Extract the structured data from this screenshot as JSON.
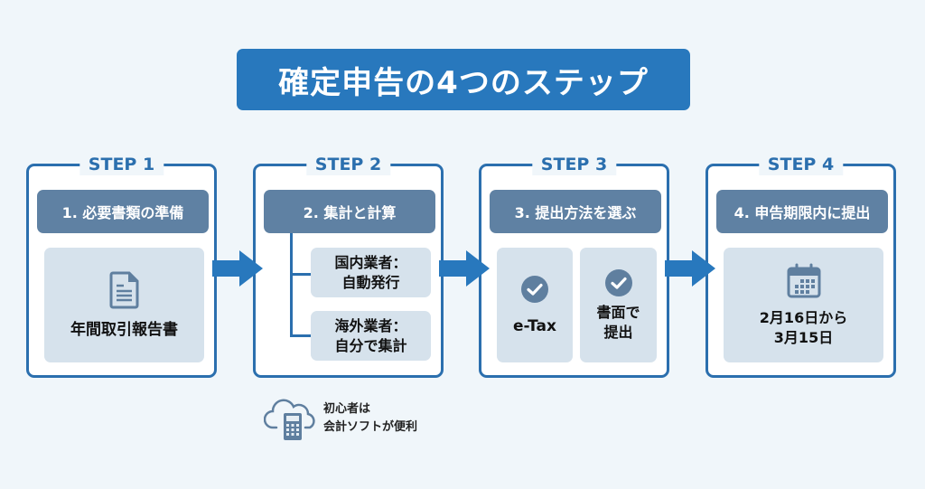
{
  "title": "確定申告の4つのステップ",
  "steps": [
    {
      "label": "STEP 1",
      "heading": "1. 必要書類の準備",
      "icon": "document-icon",
      "content": "年間取引報告書"
    },
    {
      "label": "STEP 2",
      "heading": "2. 集計と計算",
      "items": [
        {
          "line1": "国内業者：",
          "line2": "自動発行"
        },
        {
          "line1": "海外業者：",
          "line2": "自分で集計"
        }
      ]
    },
    {
      "label": "STEP 3",
      "heading": "3. 提出方法を選ぶ",
      "options": [
        {
          "icon": "check-circle-icon",
          "line1": "e-Tax",
          "line2": ""
        },
        {
          "icon": "check-circle-icon",
          "line1": "書面で",
          "line2": "提出"
        }
      ]
    },
    {
      "label": "STEP 4",
      "heading": "4. 申告期限内に提出",
      "icon": "calendar-icon",
      "line1": "2月16日から",
      "line2": "3月15日"
    }
  ],
  "footnote": {
    "icon": "cloud-calculator-icon",
    "line1": "初心者は",
    "line2": "会計ソフトが便利"
  },
  "colors": {
    "accent": "#2878bd",
    "heading_bg": "#5f81a3",
    "panel_bg": "#d6e2ec",
    "background": "#f0f6fa"
  }
}
